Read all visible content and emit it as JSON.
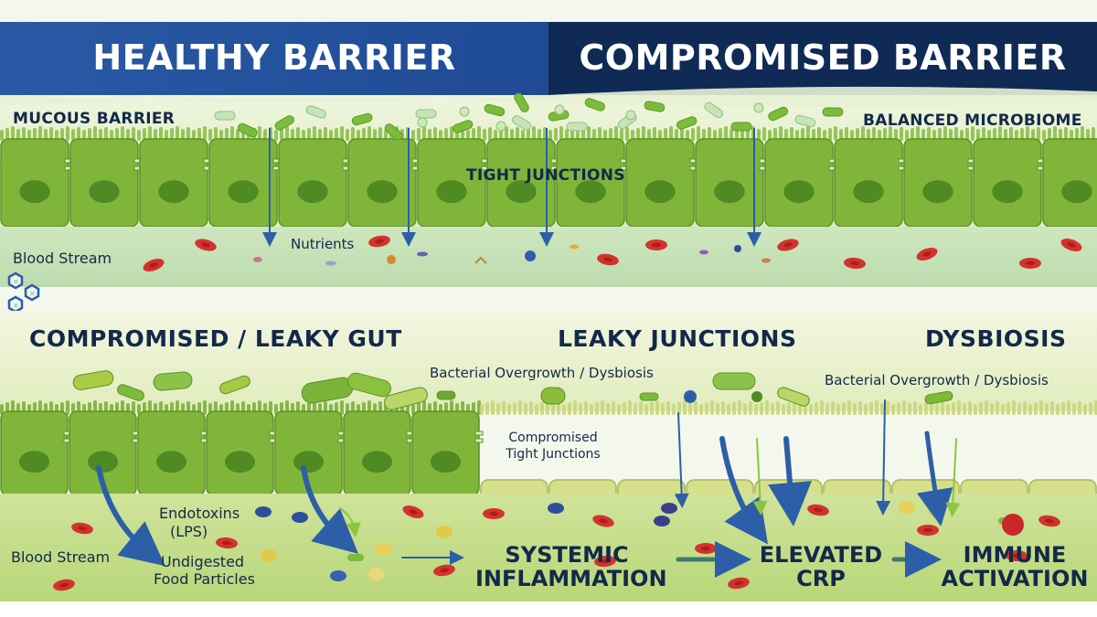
{
  "top": {
    "healthy_title": "HEALTHY BARRIER",
    "compromised_title": "COMPROMISED BARRIER",
    "mucous_barrier": "MUCOUS BARRIER",
    "balanced_microbiome": "BALANCED MICROBIOME",
    "tight_junctions": "TIGHT JUNCTIONS",
    "blood_stream": "Blood Stream",
    "nutrients": "Nutrients"
  },
  "bottom": {
    "leaky_gut": "COMPROMISED / LEAKY GUT",
    "leaky_junctions": "LEAKY JUNCTIONS",
    "dysbiosis": "DYSBIOSIS",
    "overgrowth_1": "Bacterial Overgrowth / Dysbiosis",
    "overgrowth_2": "Bacterial Overgrowth / Dysbiosis",
    "compromised_tj_1": "Compromised",
    "compromised_tj_2": "Tight Junctions",
    "endotoxins_1": "Endotoxins",
    "endotoxins_2": "(LPS)",
    "blood_stream": "Blood Stream",
    "undigested_1": "Undigested",
    "undigested_2": "Food Particles",
    "systemic_1": "SYSTEMIC",
    "systemic_2": "INFLAMMATION",
    "crp_1": "ELEVATED",
    "crp_2": "CRP",
    "immune_1": "IMMUNE",
    "immune_2": "ACTIVATION"
  },
  "colors": {
    "header_left": "#23509c",
    "header_right": "#0f2a55",
    "cell_healthy": "#7fb63a",
    "cell_compromised": "#d6e08a",
    "arrow": "#2c5fa8",
    "rbc": "#d3322e"
  }
}
